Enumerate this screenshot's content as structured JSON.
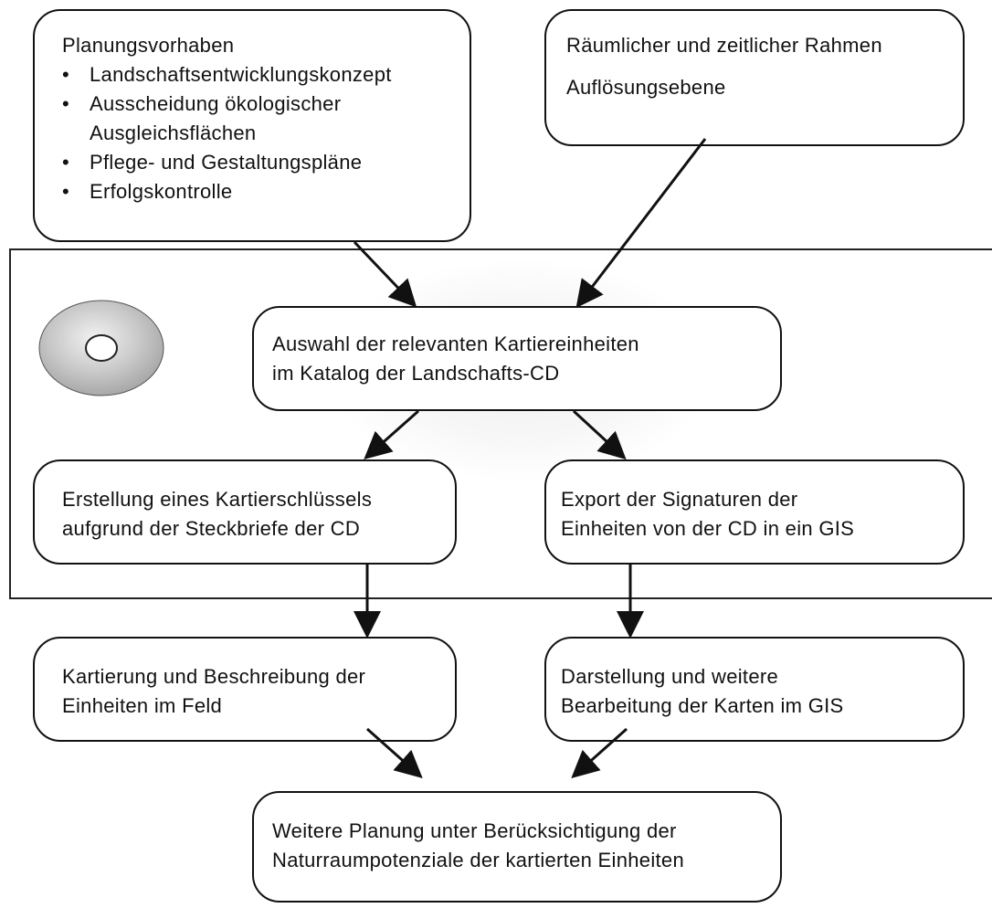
{
  "planning": {
    "title": "Planungsvorhaben",
    "items": [
      "Landschaftsentwicklungskonzept",
      "Ausscheidung ökologischer Ausgleichsflächen",
      "Pflege- und Gestaltungspläne",
      "Erfolgskontrolle"
    ]
  },
  "frame_box": {
    "line1": "Räumlicher und zeitlicher Rahmen",
    "line2": "Auflösungsebene"
  },
  "selection": {
    "line1": "Auswahl der relevanten Kartiereinheiten",
    "line2": "im Katalog der Landschafts-CD"
  },
  "key_creation": {
    "line1": "Erstellung eines Kartierschlüssels",
    "line2": "aufgrund der Steckbriefe der CD"
  },
  "export": {
    "line1": "Export der Signaturen der",
    "line2": "Einheiten von der CD in ein GIS"
  },
  "mapping": {
    "line1": "Kartierung und Beschreibung der",
    "line2": "Einheiten im Feld"
  },
  "gis": {
    "line1": "Darstellung und weitere",
    "line2": "Bearbeitung der Karten im GIS"
  },
  "further_planning": {
    "line1": "Weitere Planung unter Berücksichtigung der",
    "line2": "Naturraumpotenziale der kartierten Einheiten"
  },
  "icons": {
    "cd": "cd-disc-icon"
  }
}
